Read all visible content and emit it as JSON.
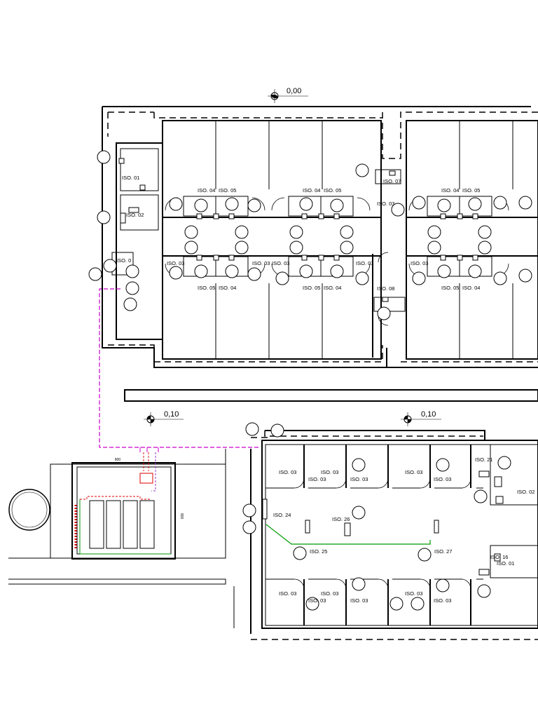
{
  "elevations": {
    "top": "0,00",
    "left": "0,10",
    "right": "0,10"
  },
  "top_block": {
    "upper_iso_labels": [
      "ISO. 04",
      "ISO. 05",
      "ISO. 04",
      "ISO. 05",
      "ISO. 04",
      "ISO. 05"
    ],
    "lower_iso_labels": [
      "ISO. 05",
      "ISO. 04",
      "ISO. 05",
      "ISO. 04",
      "ISO. 05",
      "ISO. 04"
    ],
    "side_iso_labels": [
      "ISO. 03",
      "ISO. 03",
      "ISO. 03",
      "ISO. 03",
      "ISO. 03",
      "ISO. 03"
    ],
    "left_rooms": [
      "ISO. 01",
      "ISO. 02",
      "ISO. 0"
    ],
    "center_rooms": [
      "ISO. 07",
      "ISO. 08"
    ]
  },
  "bottom_block": {
    "upper_row": [
      "ISO. 03",
      "ISO. 03",
      "ISO. 03",
      "ISO. 03",
      "ISO. 03",
      "ISO. 03"
    ],
    "lower_row": [
      "ISO. 03",
      "ISO. 03",
      "ISO. 03",
      "ISO. 03",
      "ISO. 03",
      "ISO. 03"
    ],
    "corridor_rooms": [
      "ISO. 24",
      "ISO. 25",
      "ISO. 26",
      "ISO. 27",
      "ISO. 16"
    ],
    "right_rooms": [
      "ISO. 21",
      "ISO. 02",
      "ISO. 01"
    ]
  },
  "gas_room": {
    "dimension": "800",
    "side_dimension": "800"
  },
  "colors": {
    "gas_line": "#cc00cc",
    "red_line": "#dd0000",
    "green_line": "#009900",
    "purple_line": "#9933cc"
  }
}
